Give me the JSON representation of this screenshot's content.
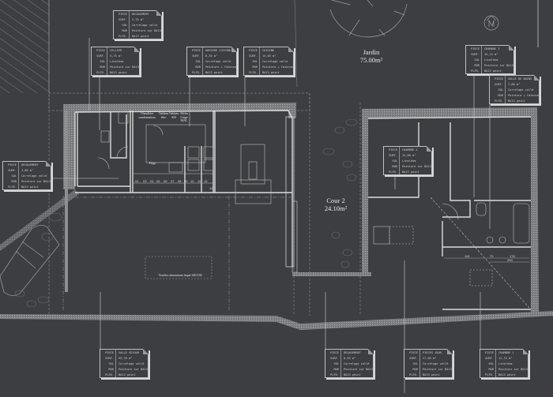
{
  "plan": {
    "colors": {
      "background": "#3d3e42",
      "line": "#d9d9d9",
      "wall_fill": "#8e8f91",
      "dim_line": "#9a9b9e"
    },
    "areas": [
      {
        "id": "jardin",
        "name": "Jardin",
        "area": "75.00m²"
      },
      {
        "id": "cour2",
        "name": "Cour 2",
        "area": "24.10m²"
      }
    ],
    "kitchen_labels": {
      "chaudiere": "Chaudière\ncondensation",
      "tableau_elec": "Tableau\nélec",
      "tableau_ssi": "Tableau\nSSI",
      "machine_linge": "Mchn\nLinge\nMAL",
      "frigo": "Frigo"
    },
    "stair_numbers": [
      "02",
      "03",
      "04",
      "05",
      "06",
      "07",
      "08",
      "09",
      "10",
      "11",
      "12",
      "13"
    ],
    "veranda_note": "Verrière aluminium laqué 320/138",
    "dimensions": {
      "d1": "115",
      "d2": "70",
      "d3": "178",
      "d4": "200"
    },
    "tags": [
      {
        "id": "degagement_top",
        "fields": [
          [
            "PIECE",
            "DEGAGEMENT"
          ],
          [
            "SURF.",
            "2,75 m²"
          ],
          [
            "SOL",
            "Carrelage colle"
          ],
          [
            "MUR",
            "Peinture sur BA13"
          ],
          [
            "PLFD.",
            "BA13 peint"
          ]
        ]
      },
      {
        "id": "cellier",
        "fields": [
          [
            "PIECE",
            "CELLIER"
          ],
          [
            "SURF.",
            "5,75 m²"
          ],
          [
            "SOL",
            "Linoléum"
          ],
          [
            "MUR",
            "Peinture sur BA13"
          ],
          [
            "PLFD.",
            "BA13 peint"
          ]
        ]
      },
      {
        "id": "arriere_cuisine",
        "fields": [
          [
            "PIECE",
            "ARRIERE CUISINE"
          ],
          [
            "SURF.",
            "8,35 m²"
          ],
          [
            "SOL",
            "Carrelage colle"
          ],
          [
            "MUR",
            "Peinture + faïence"
          ],
          [
            "PLFD.",
            "BA13 peint"
          ]
        ]
      },
      {
        "id": "cuisine",
        "fields": [
          [
            "PIECE",
            "CUISINE"
          ],
          [
            "SURF.",
            "15,65 m²"
          ],
          [
            "SOL",
            "Carrelage colle"
          ],
          [
            "MUR",
            "Peinture + faïence"
          ],
          [
            "PLFD.",
            "BA13 peint"
          ]
        ]
      },
      {
        "id": "chambre3",
        "fields": [
          [
            "PIECE",
            "CHAMBRE 3"
          ],
          [
            "SURF.",
            "15,15 m²"
          ],
          [
            "SOL",
            "Linoléum"
          ],
          [
            "MUR",
            "Peinture sur BA13"
          ],
          [
            "PLFD.",
            "BA13 peint"
          ]
        ]
      },
      {
        "id": "salle_de_bains",
        "fields": [
          [
            "PIECE",
            "SALLE DE BAINS"
          ],
          [
            "SURF.",
            "7,80 m²"
          ],
          [
            "SOL",
            "Carrelage collé"
          ],
          [
            "MUR",
            "Peinture + faïence"
          ],
          [
            "PLFD.",
            "BA13 peint"
          ]
        ]
      },
      {
        "id": "degagement_left",
        "fields": [
          [
            "PIECE",
            "DEGAGEMENT"
          ],
          [
            "SURF.",
            "1,80 m²"
          ],
          [
            "SOL",
            "Carrelage collé"
          ],
          [
            "MUR",
            "Peinture sur BA13"
          ],
          [
            "PLFD.",
            "BA13 peint"
          ]
        ]
      },
      {
        "id": "chambre2",
        "fields": [
          [
            "PIECE",
            "CHAMBRE 2"
          ],
          [
            "SURF.",
            "13,80 m²"
          ],
          [
            "SOL",
            "Linoléum"
          ],
          [
            "MUR",
            "Peinture sur BA13"
          ],
          [
            "PLFD.",
            "BA13 peint"
          ]
        ]
      },
      {
        "id": "salle_sejour",
        "fields": [
          [
            "PIECE",
            "SALLE SEJOUR"
          ],
          [
            "SURF.",
            "33,70 m²"
          ],
          [
            "SOL",
            "Carrelage collé"
          ],
          [
            "MUR",
            "Peinture sur BA13"
          ],
          [
            "PLFD.",
            "BA13 peint"
          ]
        ]
      },
      {
        "id": "degagement_bottom",
        "fields": [
          [
            "PIECE",
            "DEGAGEMENT"
          ],
          [
            "SURF.",
            "8,45 m²"
          ],
          [
            "SOL",
            "Carrelage collé"
          ],
          [
            "MUR",
            "Peinture sur BA13"
          ],
          [
            "PLFD.",
            "BA13 peint"
          ]
        ]
      },
      {
        "id": "pieces_jour",
        "fields": [
          [
            "PIECE",
            "PIECES JOUR"
          ],
          [
            "SURF.",
            "27,85 m²"
          ],
          [
            "SOL",
            "Carrelage collé"
          ],
          [
            "MUR",
            "Peinture sur BA13"
          ],
          [
            "PLFD.",
            "BA13 peint"
          ]
        ]
      },
      {
        "id": "chambre1",
        "fields": [
          [
            "PIECE",
            "CHAMBRE 1"
          ],
          [
            "SURF.",
            "12,75 m²"
          ],
          [
            "SOL",
            "Linoléum"
          ],
          [
            "MUR",
            "Peinture sur BA13"
          ],
          [
            "PLFD.",
            "BA13 peint"
          ]
        ]
      }
    ]
  }
}
